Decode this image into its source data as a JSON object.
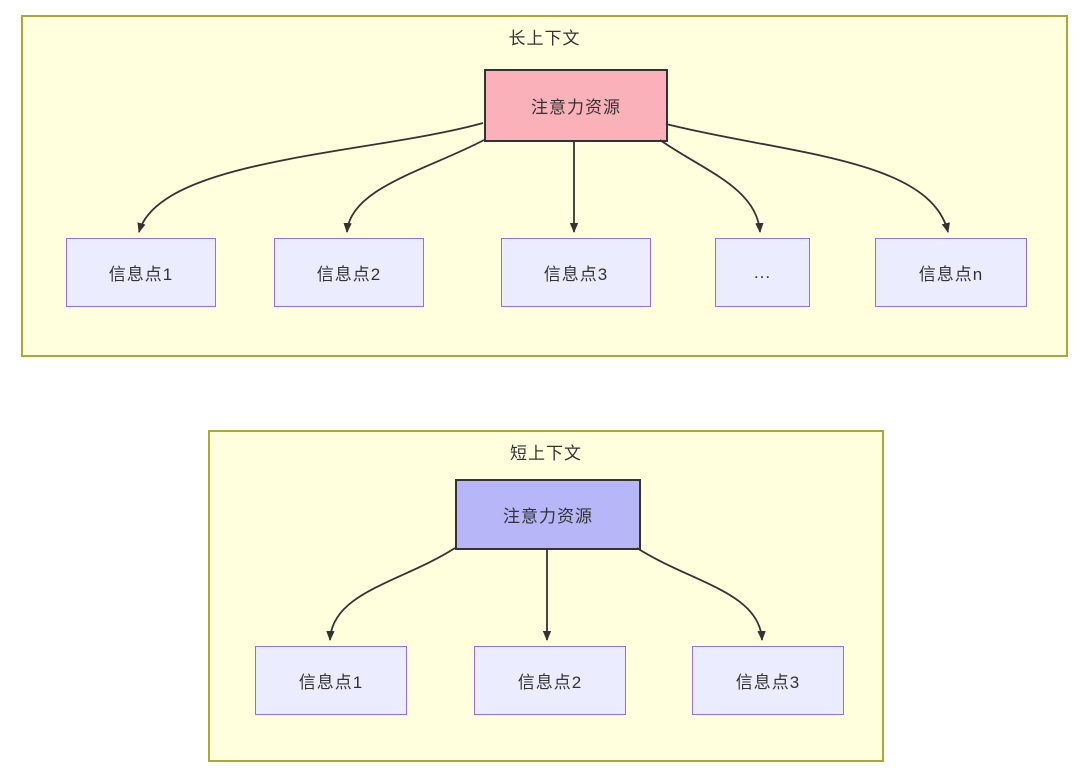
{
  "colors": {
    "canvas_bg": "#ffffff",
    "cluster_fill": "#ffffde",
    "cluster_border": "#aaaa33",
    "node_fill": "#ececff",
    "node_border": "#9370db",
    "attention_long_fill": "#fbb1b9",
    "attention_short_fill": "#b6b6f8",
    "attention_border": "#333333",
    "arrow": "#333333",
    "text": "#333333"
  },
  "long_context": {
    "title": "长上下文",
    "attention_label": "注意力资源",
    "nodes": [
      {
        "label": "信息点1"
      },
      {
        "label": "信息点2"
      },
      {
        "label": "信息点3"
      },
      {
        "label": "..."
      },
      {
        "label": "信息点n"
      }
    ]
  },
  "short_context": {
    "title": "短上下文",
    "attention_label": "注意力资源",
    "nodes": [
      {
        "label": "信息点1"
      },
      {
        "label": "信息点2"
      },
      {
        "label": "信息点3"
      }
    ]
  }
}
